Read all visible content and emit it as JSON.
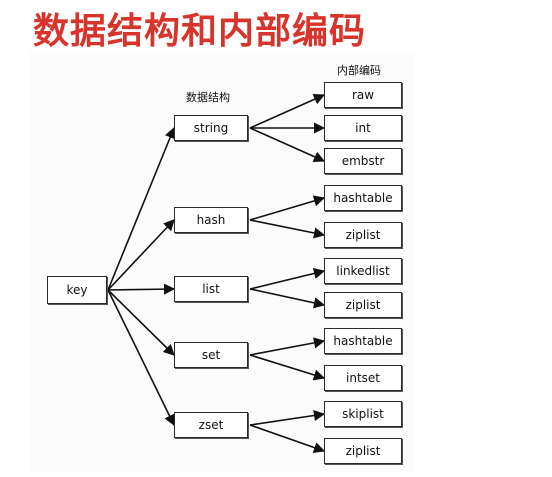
{
  "title": "数据结构和内部编码",
  "labels": {
    "data_structure": "数据结构",
    "internal_encoding": "内部编码"
  },
  "key": "key",
  "structures": [
    {
      "name": "string",
      "encodings": [
        "raw",
        "int",
        "embstr"
      ]
    },
    {
      "name": "hash",
      "encodings": [
        "hashtable",
        "ziplist"
      ]
    },
    {
      "name": "list",
      "encodings": [
        "linkedlist",
        "ziplist"
      ]
    },
    {
      "name": "set",
      "encodings": [
        "hashtable",
        "intset"
      ]
    },
    {
      "name": "zset",
      "encodings": [
        "skiplist",
        "ziplist"
      ]
    }
  ]
}
